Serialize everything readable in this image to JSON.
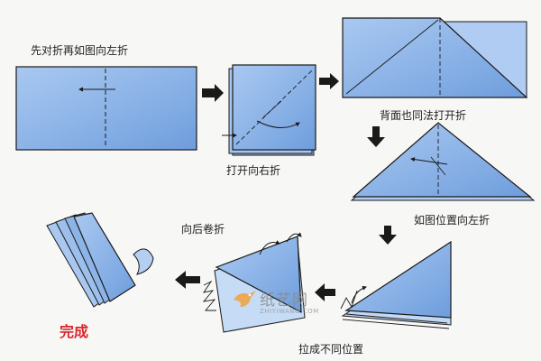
{
  "steps": [
    {
      "id": "step-1",
      "label": "先对折再如图向左折"
    },
    {
      "id": "step-2",
      "label": "打开向右折"
    },
    {
      "id": "step-3",
      "label": "背面也同法打开折"
    },
    {
      "id": "step-4",
      "label": "如图位置向左折"
    },
    {
      "id": "step-5",
      "label": "拉成不同位置"
    },
    {
      "id": "step-6",
      "label": "向后卷折"
    }
  ],
  "result_label": "完成",
  "watermark": {
    "text": "纸艺网",
    "subtext": "ZHIYIWANG.COM"
  },
  "colors": {
    "paper": "#8db4e8",
    "paper_light": "#c2d8f4",
    "paper_dark": "#5f8fd0",
    "outline": "#1a1a1a",
    "arrow": "#1a1a1a",
    "done_text": "#d9262c",
    "watermark_accent": "#f2a23a"
  },
  "icons": [
    "step-arrow-icon",
    "fold-arrow-icon",
    "bird-logo-icon"
  ]
}
